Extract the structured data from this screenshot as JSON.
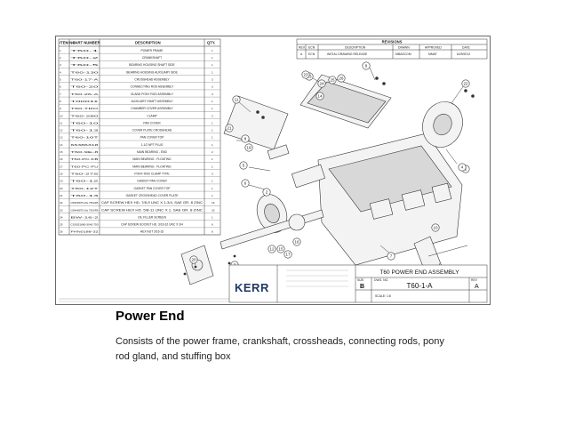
{
  "caption": {
    "title": "Power End",
    "description": "Consists of the power frame, crankshaft, crossheads, connecting rods, pony rod gland, and stuffing box"
  },
  "drawing": {
    "parts_list": {
      "headers": [
        "ITEM NO.",
        "PART NUMBER",
        "DESCRIPTION",
        "QTY."
      ],
      "rows": [
        [
          "1",
          "T60-1",
          "POWER FRAME",
          "1"
        ],
        [
          "2",
          "T60-2",
          "CRANKSHAFT",
          "1"
        ],
        [
          "3",
          "T60-5",
          "BEARING HOUSING SHAFT SIDE",
          "1"
        ],
        [
          "4",
          "T60-130",
          "BEARING HOUSING AUXILIARY SIDE",
          "1"
        ],
        [
          "5",
          "T60-17-A",
          "CROSSHEAD ASSEMBLY",
          "3"
        ],
        [
          "6",
          "T60-20",
          "CONNECTING ROD ASSEMBLY",
          "3"
        ],
        [
          "7",
          "T60-26-A",
          "GLAND PONY ROD ASSEMBLY",
          "3"
        ],
        [
          "8",
          "T00011",
          "AUXILIARY SHAFT ASSEMBLY",
          "1"
        ],
        [
          "9",
          "T60-TRO",
          "CHAMBER COVER ASSEMBLY",
          "1"
        ],
        [
          "10",
          "T60-280",
          "CLAMP",
          "2"
        ],
        [
          "11",
          "T60-10",
          "PAN COVER",
          "1"
        ],
        [
          "12",
          "T60-13",
          "COVER PLATE CROSSHEAD",
          "1"
        ],
        [
          "13",
          "T60-10T",
          "PAN COVER TOP",
          "1"
        ],
        [
          "14",
          "66386318",
          "1-1/2 NPT PLUG",
          "1"
        ],
        [
          "15",
          "T60-9E-8",
          "MAIN BEARING - END",
          "2"
        ],
        [
          "16",
          "T60-PC-FB",
          "MAIN BEARING - FLOATING",
          "1"
        ],
        [
          "17",
          "T60-PC-FU",
          "MAIN BEARING - FLOATING",
          "1"
        ],
        [
          "18",
          "T60-27S",
          "PONY ROD CLAMP TYPE",
          "3"
        ],
        [
          "19",
          "T60-12",
          "GASKET PAN COVER",
          "1"
        ],
        [
          "20",
          "T60-12T",
          "GASKET PAN COVER TOP",
          "1"
        ],
        [
          "21",
          "T60-13",
          "GASKET CROSSHEAD COVER PLATE",
          "1"
        ],
        [
          "22",
          "C5MH0875-16x.750GR5",
          "CAP SCREW HEX HD. 7/8-9 UNC X 1-3/4, SAE GR. 8 ZINC",
          "16"
        ],
        [
          "23",
          "C5MH0875-16x.750GR8",
          "CAP SCREW HEX HD. 5/8-11 UNC X 1, SAE GR. 8 ZINC",
          "32"
        ],
        [
          "24",
          "BW-16-2",
          "OIL FILLER SCREEN",
          "1"
        ],
        [
          "25",
          "CSS031880-3040.750",
          "CAP SCREW SOCKET HD. 3/16-32 UNC X 3/4",
          "6"
        ],
        [
          "26",
          "FHN0188-32",
          "HEX NUT 3/16-32",
          "6"
        ]
      ]
    },
    "revisions": {
      "title": "REVISIONS",
      "headers": [
        "REV.",
        "ECN",
        "DESCRIPTION",
        "DRAWN",
        "APPROVED",
        "DATE"
      ],
      "row": [
        "A",
        "ECN",
        "INITIAL DRAWING RELEASE",
        "MBASCOM",
        "MMAT",
        "6/29/2012"
      ]
    },
    "title_block": {
      "company": "KERR",
      "title": "T60 POWER END ASSEMBLY",
      "size_label": "SIZE",
      "size": "B",
      "dwg_label": "DWG. NO.",
      "dwg_no": "T60-1-A",
      "rev_label": "REV",
      "rev": "A",
      "scale": "SCALE: 1:8"
    },
    "balloons": [
      "1",
      "2",
      "3",
      "4",
      "5",
      "6",
      "7",
      "8",
      "9",
      "10",
      "11",
      "12",
      "13",
      "14",
      "15",
      "16",
      "17",
      "18",
      "19",
      "20",
      "21",
      "22",
      "23",
      "24",
      "25",
      "26"
    ]
  }
}
